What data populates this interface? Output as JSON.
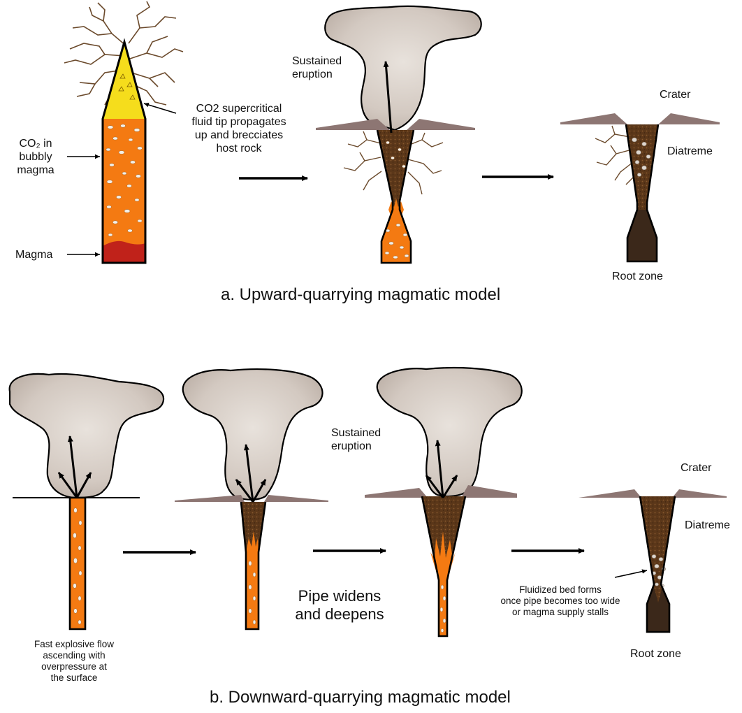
{
  "panel_a": {
    "caption": "a. Upward-quarrying magmatic model",
    "labels": {
      "co2_bubbly": "CO₂ in\nbubbly\nmagma",
      "magma": "Magma",
      "co2_tip": "CO2 supercritical\nfluid tip propagates\nup and brecciates\nhost rock",
      "sustained": "Sustained\neruption",
      "crater": "Crater",
      "diatreme": "Diatreme",
      "root_zone": "Root zone"
    }
  },
  "panel_b": {
    "caption": "b. Downward-quarrying magmatic model",
    "labels": {
      "fast_flow": "Fast explosive flow\nascending with\noverpressure at\nthe surface",
      "sustained": "Sustained\neruption",
      "pipe_widens": "Pipe widens\nand deepens",
      "crater": "Crater",
      "diatreme": "Diatreme",
      "fluidized": "Fluidized bed forms\nonce pipe becomes too wide\nor magma supply stalls",
      "root_zone": "Root zone"
    }
  },
  "colors": {
    "magma_orange": "#f47a12",
    "magma_red": "#c0221a",
    "fluid_yellow": "#f5dd1c",
    "diatreme_brown": "#5b3719",
    "root_brown": "#3b281a",
    "ground_taupe": "#8d7673",
    "plume_gray": "#cfc6bf",
    "crack_brown": "#6b4a2c"
  }
}
